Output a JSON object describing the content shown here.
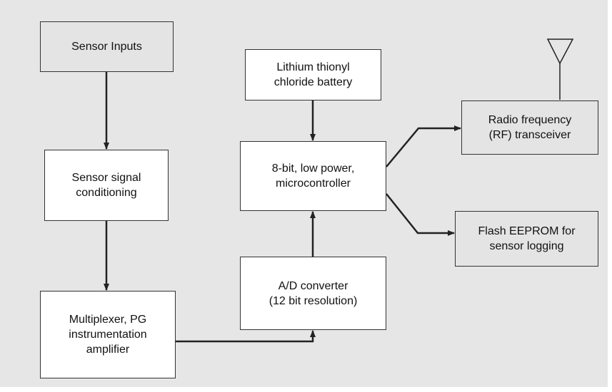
{
  "colors": {
    "background": "#e6e6e6",
    "box_white": "#ffffff",
    "box_grey": "#e4e4e4",
    "line": "#222222"
  },
  "blocks": {
    "sensor_inputs": "Sensor Inputs",
    "signal_conditioning": "Sensor signal\nconditioning",
    "multiplexer": "Multiplexer, PG\ninstrumentation\namplifier",
    "adc": "A/D converter\n(12 bit resolution)",
    "battery": "Lithium thionyl\nchloride battery",
    "microcontroller": "8-bit, low power,\nmicrocontroller",
    "rf_transceiver": "Radio frequency\n(RF) transceiver",
    "flash_eeprom": "Flash EEPROM for\nsensor logging"
  },
  "icons": {
    "antenna": "antenna-icon"
  }
}
